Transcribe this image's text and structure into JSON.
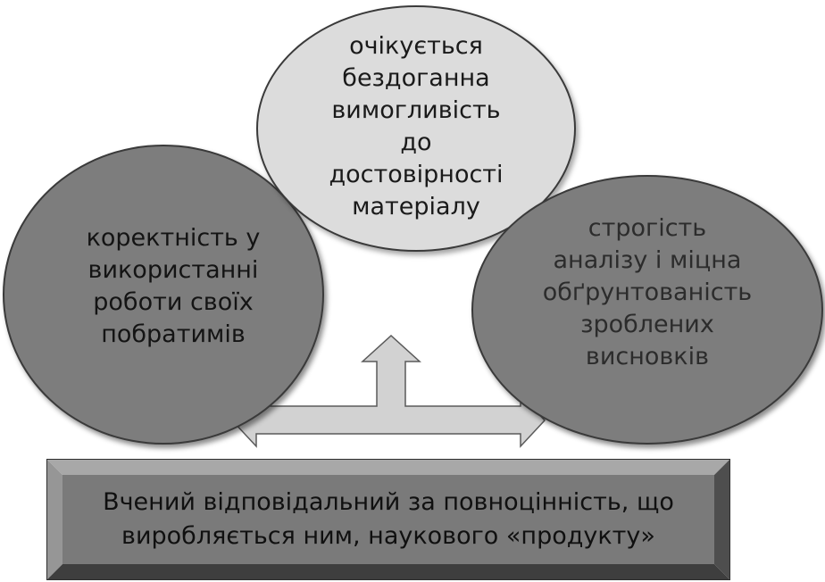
{
  "diagram": {
    "top_bubble": {
      "text": "очікується\nбездоганна\nвимогливість\nдо\nдостовірності\nматеріалу"
    },
    "left_bubble": {
      "text": "коректність у\nвикористанні\nроботи своїх\nпобратимів"
    },
    "right_bubble": {
      "text": "строгість\nаналізу і міцна\nобґрунтованість\nзроблених\nвисновків"
    },
    "main_box": {
      "text": "Вчений відповідальний за повноцінність, що\nвиробляється ним, наукового «продукту»"
    },
    "arrow": {
      "directions": [
        "left",
        "up",
        "right"
      ]
    }
  },
  "colors": {
    "background": "#ffffff",
    "top_bubble_fill": "#dcdcdc",
    "side_bubble_fill": "#7d7d7d",
    "arrow_fill": "#d2d2d2",
    "box_face": "#7a7a7a",
    "outline": "#3a3a3a"
  }
}
